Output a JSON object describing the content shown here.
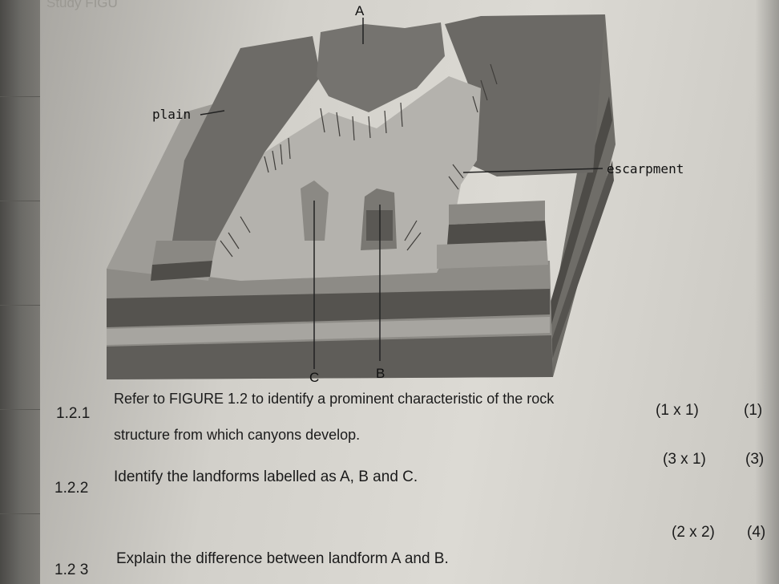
{
  "header": {
    "title": "Study FIGU"
  },
  "figure": {
    "labels": {
      "a": "A",
      "b": "B",
      "c": "C",
      "plain": "plain",
      "escarpment": "escarpment"
    }
  },
  "questions": [
    {
      "number": "1.2.1",
      "line1": "Refer to FIGURE 1.2 to identify a prominent characteristic of the rock",
      "line2": "structure from which canyons develop.",
      "calc": "(1 x 1)",
      "marks": "(1)"
    },
    {
      "number": "1.2.2",
      "text": "Identify the landforms labelled as A, B and C.",
      "calc": "(3 x 1)",
      "marks": "(3)"
    },
    {
      "number": "1.2 3",
      "text": "Explain the difference between landform A and B.",
      "calc": "(2 x 2)",
      "marks": "(4)"
    }
  ]
}
